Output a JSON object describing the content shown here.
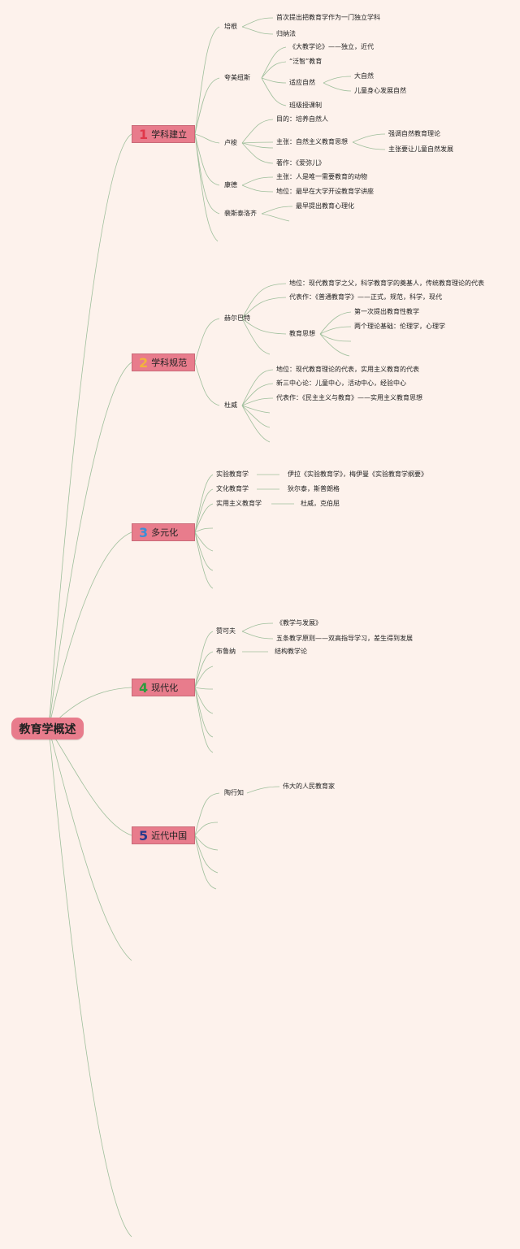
{
  "root": "教育学概述",
  "branches": [
    {
      "num": "1",
      "numColor": "#e0384a",
      "label": "学科建立"
    },
    {
      "num": "2",
      "numColor": "#f2b33d",
      "label": "学科规范"
    },
    {
      "num": "3",
      "numColor": "#3c8fd6",
      "label": "多元化"
    },
    {
      "num": "4",
      "numColor": "#2e9c3e",
      "label": "现代化"
    },
    {
      "num": "5",
      "numColor": "#283a8c",
      "label": "近代中国"
    }
  ],
  "b1": {
    "peigen": "培根",
    "peigen_1": "首次提出把教育学作为一门独立学科",
    "peigen_2": "归纳法",
    "kmns": "夸美纽斯",
    "kmns_1": "《大教学论》——独立，近代",
    "kmns_2": "“泛智”教育",
    "kmns_3": "适应自然",
    "kmns_3a": "大自然",
    "kmns_3b": "儿童身心发展自然",
    "kmns_4": "班级授课制",
    "lusuo": "卢梭",
    "lusuo_1": "目的：培养自然人",
    "lusuo_2": "主张：自然主义教育思想",
    "lusuo_2a": "强调自然教育理论",
    "lusuo_2b": "主张要让儿童自然发展",
    "lusuo_3": "著作：《爱弥儿》",
    "kangde": "康德",
    "kangde_1": "主张：人是唯一需要教育的动物",
    "kangde_2": "地位：最早在大学开设教育学讲座",
    "psltq": "裴斯泰洛齐",
    "psltq_1": "最早提出教育心理化"
  },
  "b2": {
    "hebt": "赫尔巴特",
    "hebt_1": "地位：现代教育学之父，科学教育学的奠基人，传统教育理论的代表",
    "hebt_2": "代表作：《普通教育学》——正式，规范，科学，现代",
    "hebt_3": "教育思想",
    "hebt_3a": "第一次提出教育性教学",
    "hebt_3b": "两个理论基础：伦理学，心理学",
    "duwei": "杜威",
    "duwei_1": "地位：现代教育理论的代表，实用主义教育的代表",
    "duwei_2": "新三中心论：儿童中心，活动中心，经验中心",
    "duwei_3": "代表作：《民主主义与教育》——实用主义教育思想"
  },
  "b3": {
    "syjyx": "实验教育学",
    "syjyx_1": "伊拉《实验教育学》，梅伊曼《实验教育学纲要》",
    "whjyx": "文化教育学",
    "whjyx_1": "狄尔泰，斯普朗格",
    "syzy": "实用主义教育学",
    "syzy_1": "杜威，克伯屈"
  },
  "b4": {
    "zkf": "赞可夫",
    "zkf_1": "《教学与发展》",
    "zkf_2": "五条教学原则——双高指导学习，差生得到发展",
    "bln": "布鲁纳",
    "bln_1": "结构教学论"
  },
  "b5": {
    "txz": "陶行知",
    "txz_1": "伟大的人民教育家"
  }
}
